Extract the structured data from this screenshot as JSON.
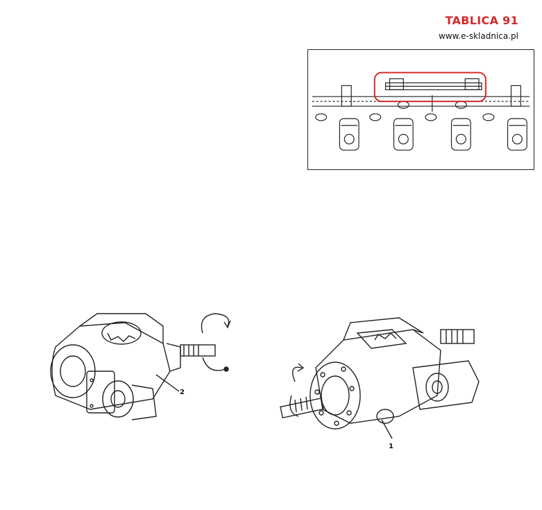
{
  "header": {
    "title": "TABLICA 91",
    "website": "www.e-skladnica.pl"
  },
  "callouts": {
    "left_part": "2",
    "right_part": "1"
  },
  "colors": {
    "title": "#d42a2a",
    "highlight": "#d42a2a",
    "line": "#222222"
  }
}
